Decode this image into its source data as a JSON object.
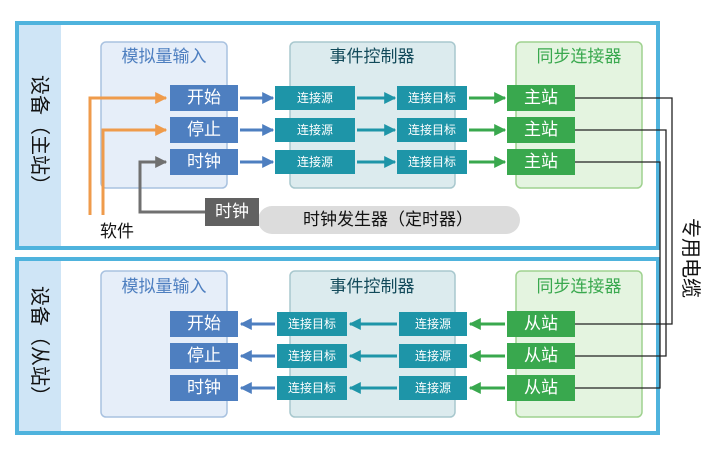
{
  "colors": {
    "frame": "#4fb3dd",
    "side_bg": "#cfe5f6",
    "blue_box": "#4e7fc0",
    "teal_box": "#1e95a8",
    "green_box": "#39a84e",
    "arrow_blue": "#4e7fc0",
    "arrow_teal": "#1e95a8",
    "arrow_green": "#39a84e",
    "arrow_orange": "#ef9b4b",
    "arrow_gray": "#707070",
    "gray_box": "#616161",
    "gray_pill": "#dcdcdc"
  },
  "master": {
    "side_label": "设备（主站）",
    "analog_title": "模拟量输入",
    "event_title": "事件控制器",
    "sync_title": "同步连接器",
    "rows": [
      {
        "input": "开始",
        "source": "连接源",
        "target": "连接目标",
        "station": "主站"
      },
      {
        "input": "停止",
        "source": "连接源",
        "target": "连接目标",
        "station": "主站"
      },
      {
        "input": "时钟",
        "source": "连接源",
        "target": "连接目标",
        "station": "主站"
      }
    ],
    "software_label": "软件",
    "clock_box_label": "时钟",
    "clock_gen_label": "时钟发生器（定时器）"
  },
  "slave": {
    "side_label": "设备（从站）",
    "analog_title": "模拟量输入",
    "event_title": "事件控制器",
    "sync_title": "同步连接器",
    "rows": [
      {
        "input": "开始",
        "target": "连接目标",
        "source": "连接源",
        "station": "从站"
      },
      {
        "input": "停止",
        "target": "连接目标",
        "source": "连接源",
        "station": "从站"
      },
      {
        "input": "时钟",
        "target": "连接目标",
        "source": "连接源",
        "station": "从站"
      }
    ]
  },
  "cable_label": "专用电缆"
}
